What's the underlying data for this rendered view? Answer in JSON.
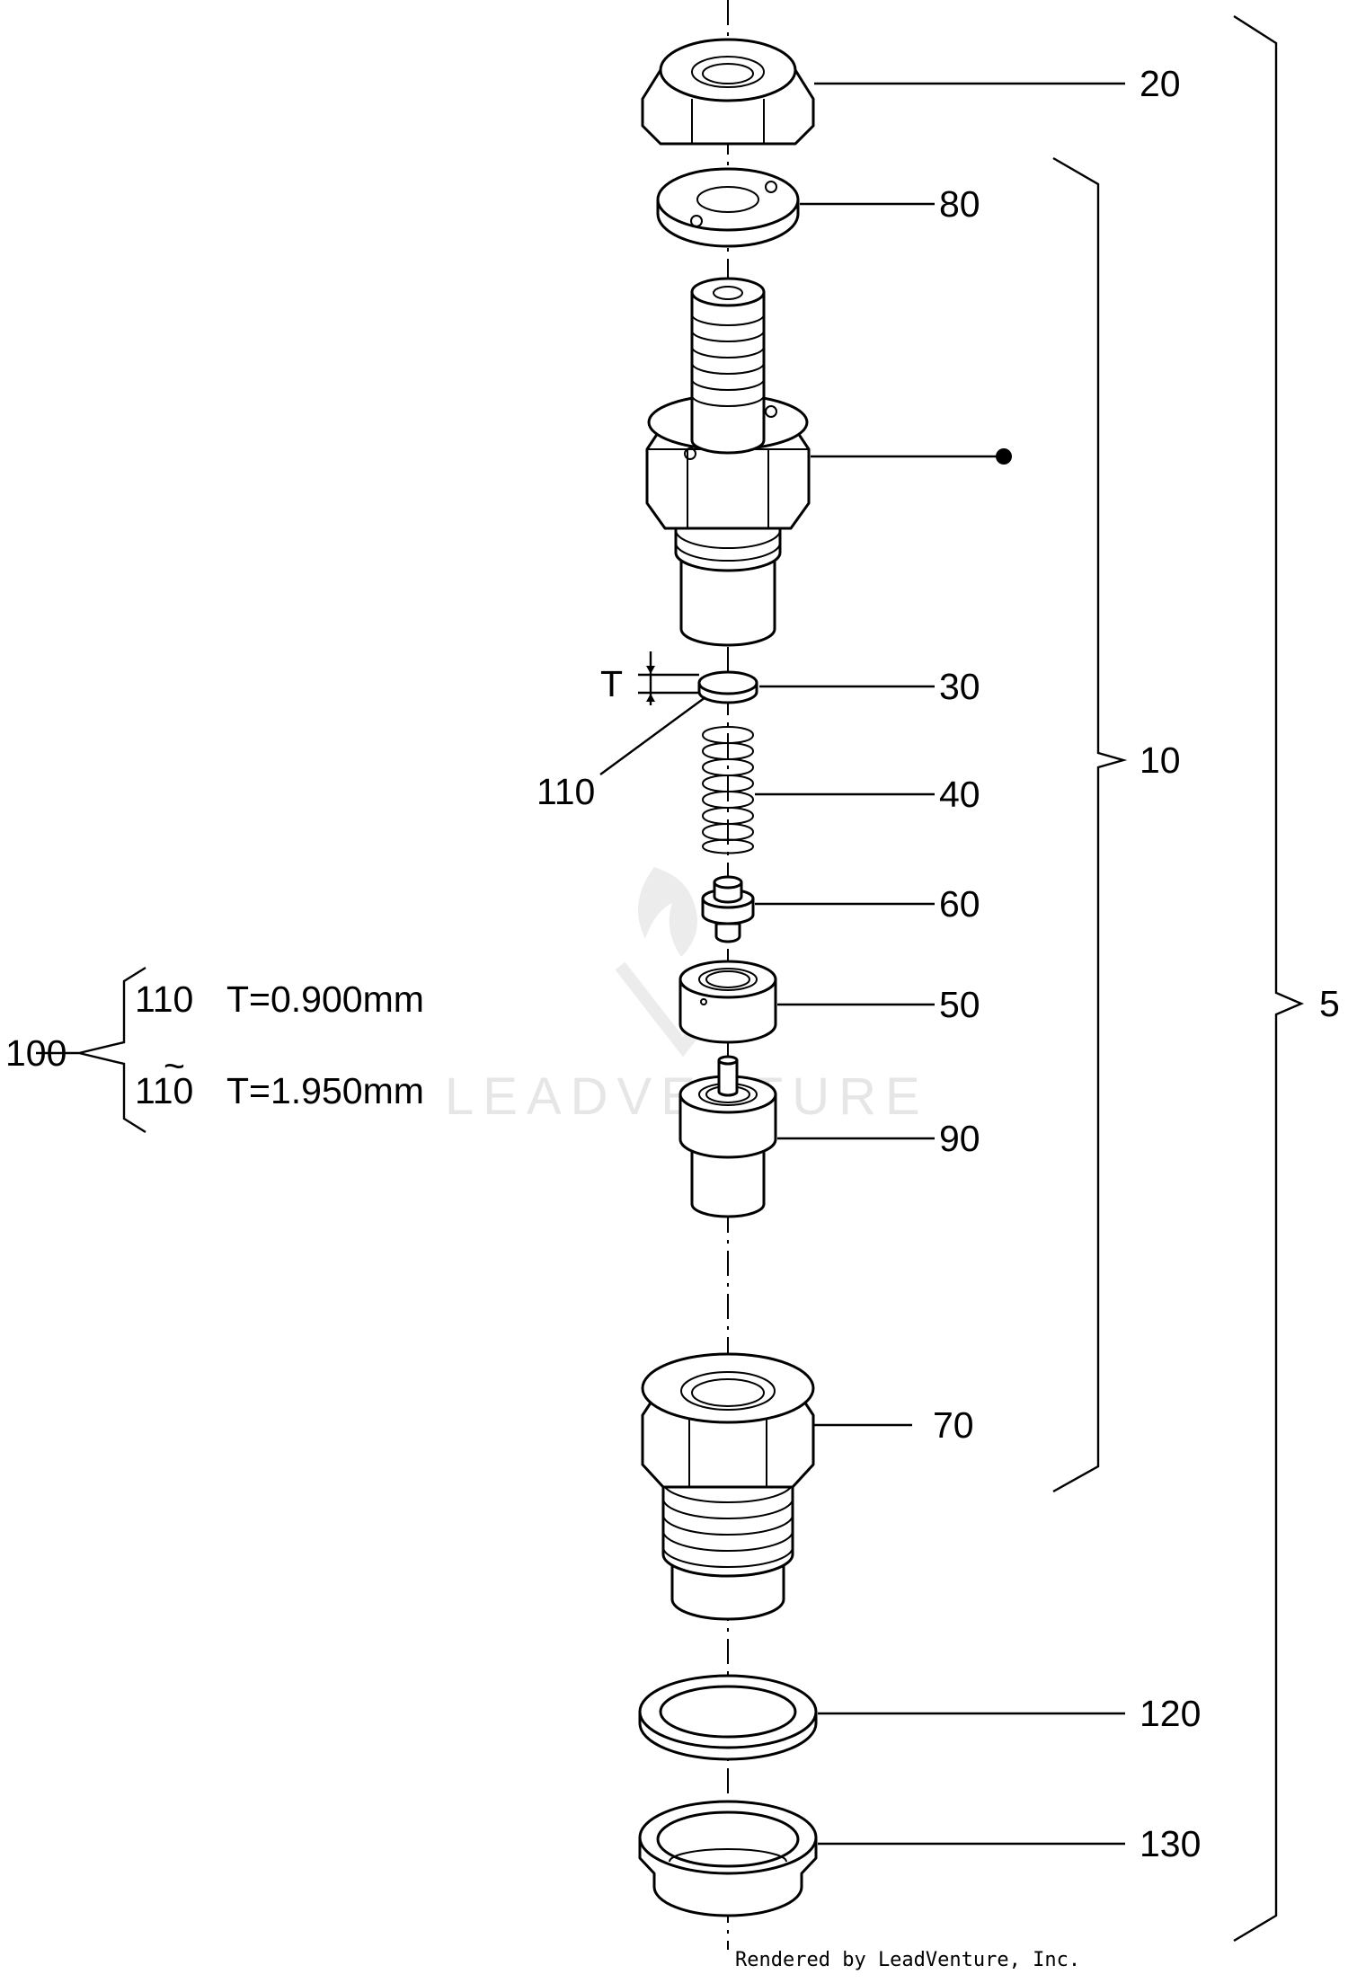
{
  "callouts": {
    "c20": "20",
    "c80": "80",
    "c30": "30",
    "c110": "110",
    "c40": "40",
    "c60": "60",
    "c50": "50",
    "c90": "90",
    "c70": "70",
    "c120": "120",
    "c130": "130",
    "c10": "10",
    "c5": "5",
    "thickness_mark": "T"
  },
  "shim_table": {
    "group_label": "100",
    "row1_part": "110",
    "row1_spec": "T=0.900mm",
    "range_mark": "~",
    "row2_part": "110",
    "row2_spec": "T=1.950mm"
  },
  "watermark": "LEADVENTURE",
  "footer": "Rendered by LeadVenture, Inc."
}
